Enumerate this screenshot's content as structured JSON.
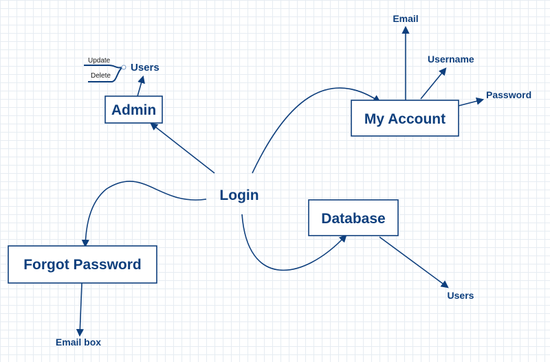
{
  "diagram": {
    "nodes": {
      "login": "Login",
      "admin": "Admin",
      "admin_users": "Users",
      "my_account": "My Account",
      "email": "Email",
      "username": "Username",
      "password": "Password",
      "database": "Database",
      "db_users": "Users",
      "forgot_password": "Forgot Password",
      "email_box": "Email box"
    },
    "admin_users_actions": [
      "Update",
      "Delete"
    ],
    "colors": {
      "primary": "#0e3f7d",
      "grid": "#e6ecf2",
      "background": "#ffffff"
    }
  }
}
